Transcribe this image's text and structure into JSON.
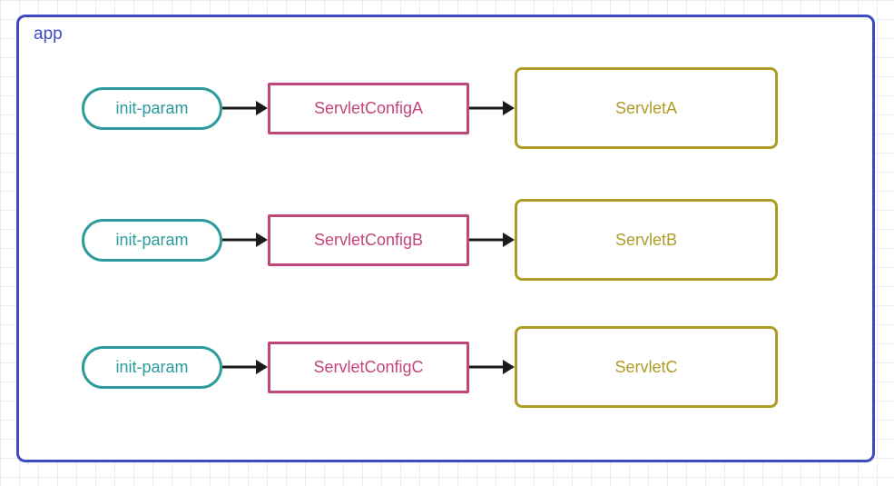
{
  "diagram": {
    "container_label": "app",
    "rows": [
      {
        "param": "init-param",
        "config": "ServletConfigA",
        "servlet": "ServletA"
      },
      {
        "param": "init-param",
        "config": "ServletConfigB",
        "servlet": "ServletB"
      },
      {
        "param": "init-param",
        "config": "ServletConfigC",
        "servlet": "ServletC"
      }
    ],
    "colors": {
      "container": "#3c4cc0",
      "param": "#2b9b9b",
      "config": "#c2457a",
      "servlet": "#ad9c27",
      "arrow": "#1a1a1a"
    }
  }
}
